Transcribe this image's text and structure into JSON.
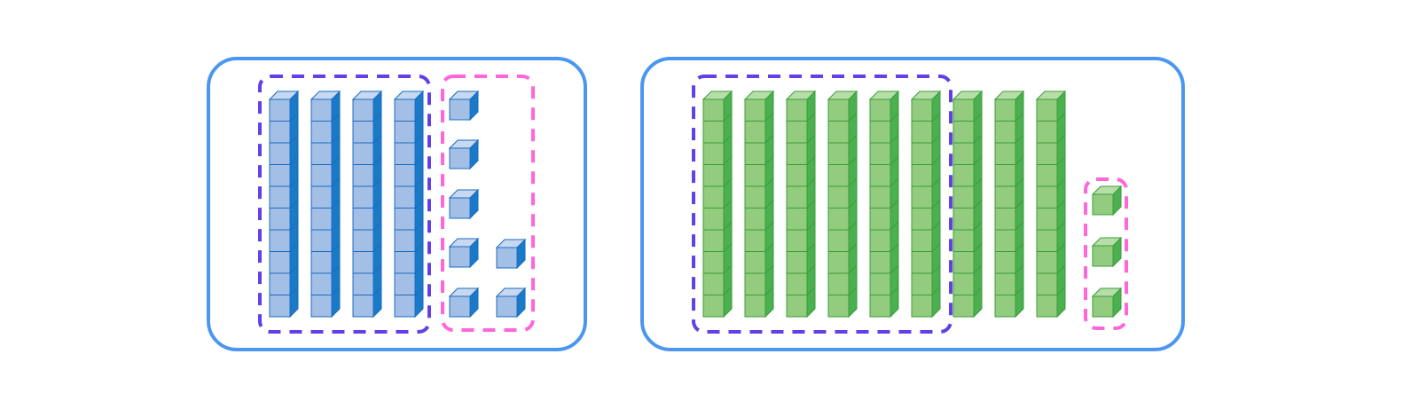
{
  "colors": {
    "panel_border": "#4a96f0",
    "tens_group_border": "#6240e8",
    "ones_group_border": "#ff66d9",
    "blue_block": {
      "front": "#a3bfe6",
      "top": "#c7d8f0",
      "side": "#1a7ac7",
      "stroke": "#1a6cc0"
    },
    "green_block": {
      "front": "#93cc7e",
      "top": "#b7dea8",
      "side": "#4caf50",
      "stroke": "#3a9e3a"
    }
  },
  "panels": [
    {
      "id": "left",
      "block_color": "blue_block",
      "rods": 4,
      "cubes": 7,
      "rods_circled": 4,
      "cubes_circled": 7
    },
    {
      "id": "right",
      "block_color": "green_block",
      "rods": 9,
      "cubes": 3,
      "rods_circled": 6,
      "cubes_circled": 3
    }
  ]
}
